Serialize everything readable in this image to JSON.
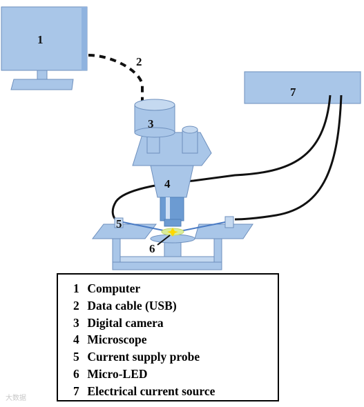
{
  "diagram": {
    "labels": {
      "computer": "1",
      "data_cable": "2",
      "camera": "3",
      "microscope": "4",
      "probe": "5",
      "micro_led": "6",
      "current_source": "7"
    },
    "colors": {
      "component_fill": "#a9c6e8",
      "component_dark": "#6c9bd2",
      "component_stroke": "#6d8fbd",
      "cable": "#111111",
      "led": "#ffd800"
    }
  },
  "legend": {
    "items": [
      {
        "num": "1",
        "label": "Computer"
      },
      {
        "num": "2",
        "label": "Data cable (USB)"
      },
      {
        "num": "3",
        "label": "Digital camera"
      },
      {
        "num": "4",
        "label": "Microscope"
      },
      {
        "num": "5",
        "label": "Current supply probe"
      },
      {
        "num": "6",
        "label": "Micro-LED"
      },
      {
        "num": "7",
        "label": "Electrical current source"
      }
    ]
  },
  "watermark": {
    "text": "大数据"
  }
}
